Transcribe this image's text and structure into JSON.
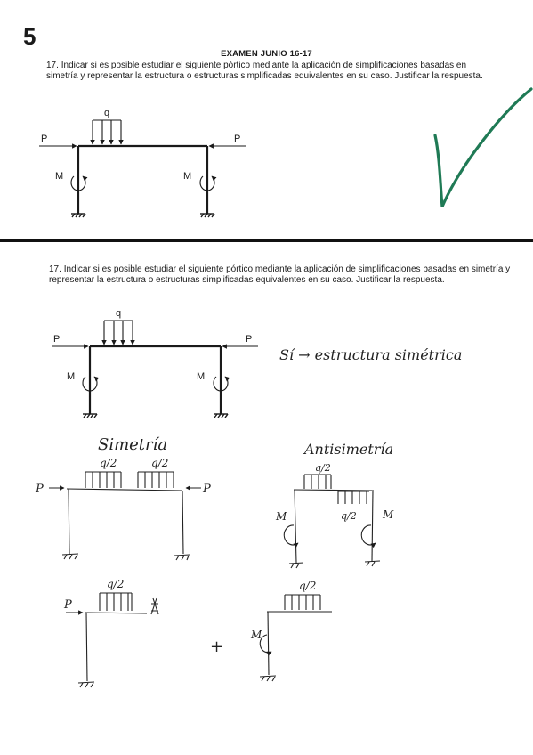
{
  "page_number": "5",
  "exam_title": "EXAMEN JUNIO 16-17",
  "question": {
    "number": "17.",
    "text": "Indicar si es posible estudiar el siguiente pórtico mediante la aplicación de simplificaciones basadas en simetría y representar la estructura o estructuras simplificadas equivalentes en su caso. Justificar la respuesta."
  },
  "figure_labels": {
    "load": "q",
    "left_force": "P",
    "right_force": "P",
    "left_moment": "M",
    "right_moment": "M"
  },
  "handwritten": {
    "answer": "Sí → estructura simétrica",
    "symmetry_title": "Simetría",
    "antisymmetry_title": "Antisimetría",
    "half_load": "q/2",
    "force": "P",
    "moment": "M",
    "plus": "+"
  },
  "colors": {
    "checkmark": "#1f7a55",
    "ink": "#1a1a1a"
  }
}
